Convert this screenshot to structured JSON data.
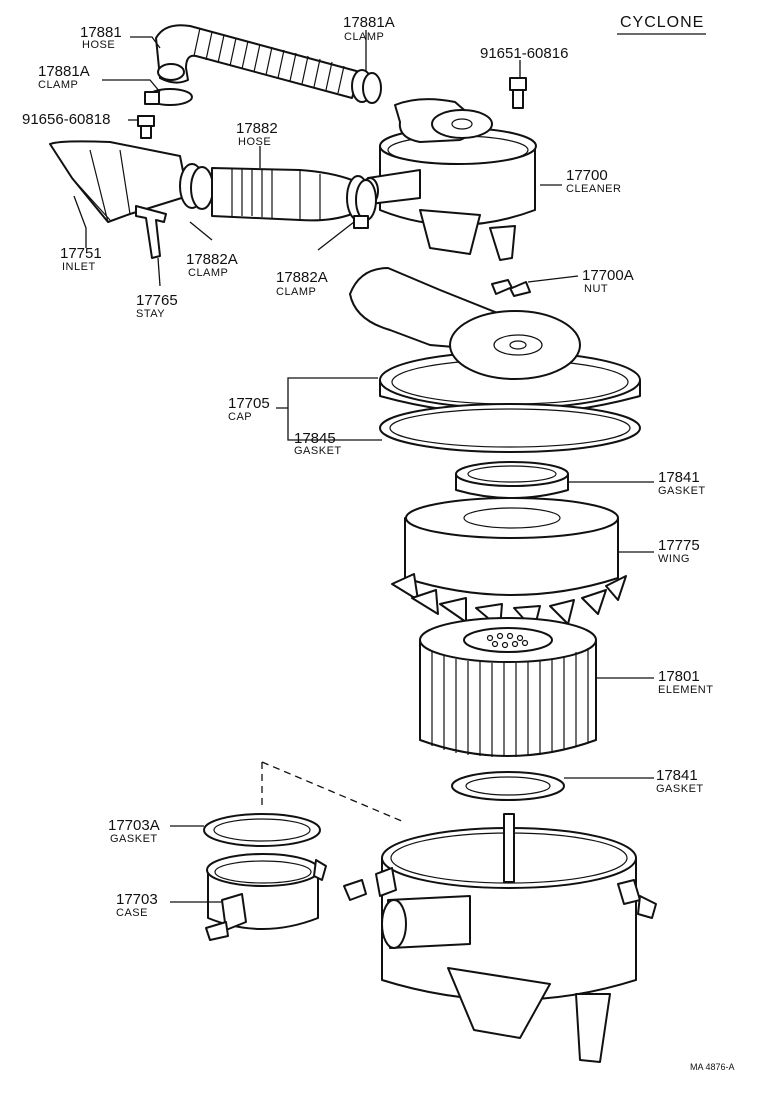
{
  "title": "CYCLONE",
  "code": "MA  4876-A",
  "labels": {
    "hose_17881": {
      "number": "17881",
      "name": "HOSE"
    },
    "clamp_17881a_top": {
      "number": "17881A",
      "name": "CLAMP"
    },
    "clamp_17881a_left": {
      "number": "17881A",
      "name": "CLAMP"
    },
    "bolt_91651": {
      "number": "91651-60816"
    },
    "bolt_91656": {
      "number": "91656-60818"
    },
    "hose_17882": {
      "number": "17882",
      "name": "HOSE"
    },
    "cleaner_17700": {
      "number": "17700",
      "name": "CLEANER"
    },
    "inlet_17751": {
      "number": "17751",
      "name": "INLET"
    },
    "clamp_17882a_left": {
      "number": "17882A",
      "name": "CLAMP"
    },
    "clamp_17882a_mid": {
      "number": "17882A",
      "name": "CLAMP"
    },
    "stay_17765": {
      "number": "17765",
      "name": "STAY"
    },
    "nut_17700a": {
      "number": "17700A",
      "name": "NUT"
    },
    "cap_17705": {
      "number": "17705",
      "name": "CAP"
    },
    "gasket_17845": {
      "number": "17845",
      "name": "GASKET"
    },
    "gasket_17841_top": {
      "number": "17841",
      "name": "GASKET"
    },
    "wing_17775": {
      "number": "17775",
      "name": "WING"
    },
    "element_17801": {
      "number": "17801",
      "name": "ELEMENT"
    },
    "gasket_17841_bottom": {
      "number": "17841",
      "name": "GASKET"
    },
    "gasket_17703a": {
      "number": "17703A",
      "name": "GASKET"
    },
    "case_17703": {
      "number": "17703",
      "name": "CASE"
    }
  }
}
